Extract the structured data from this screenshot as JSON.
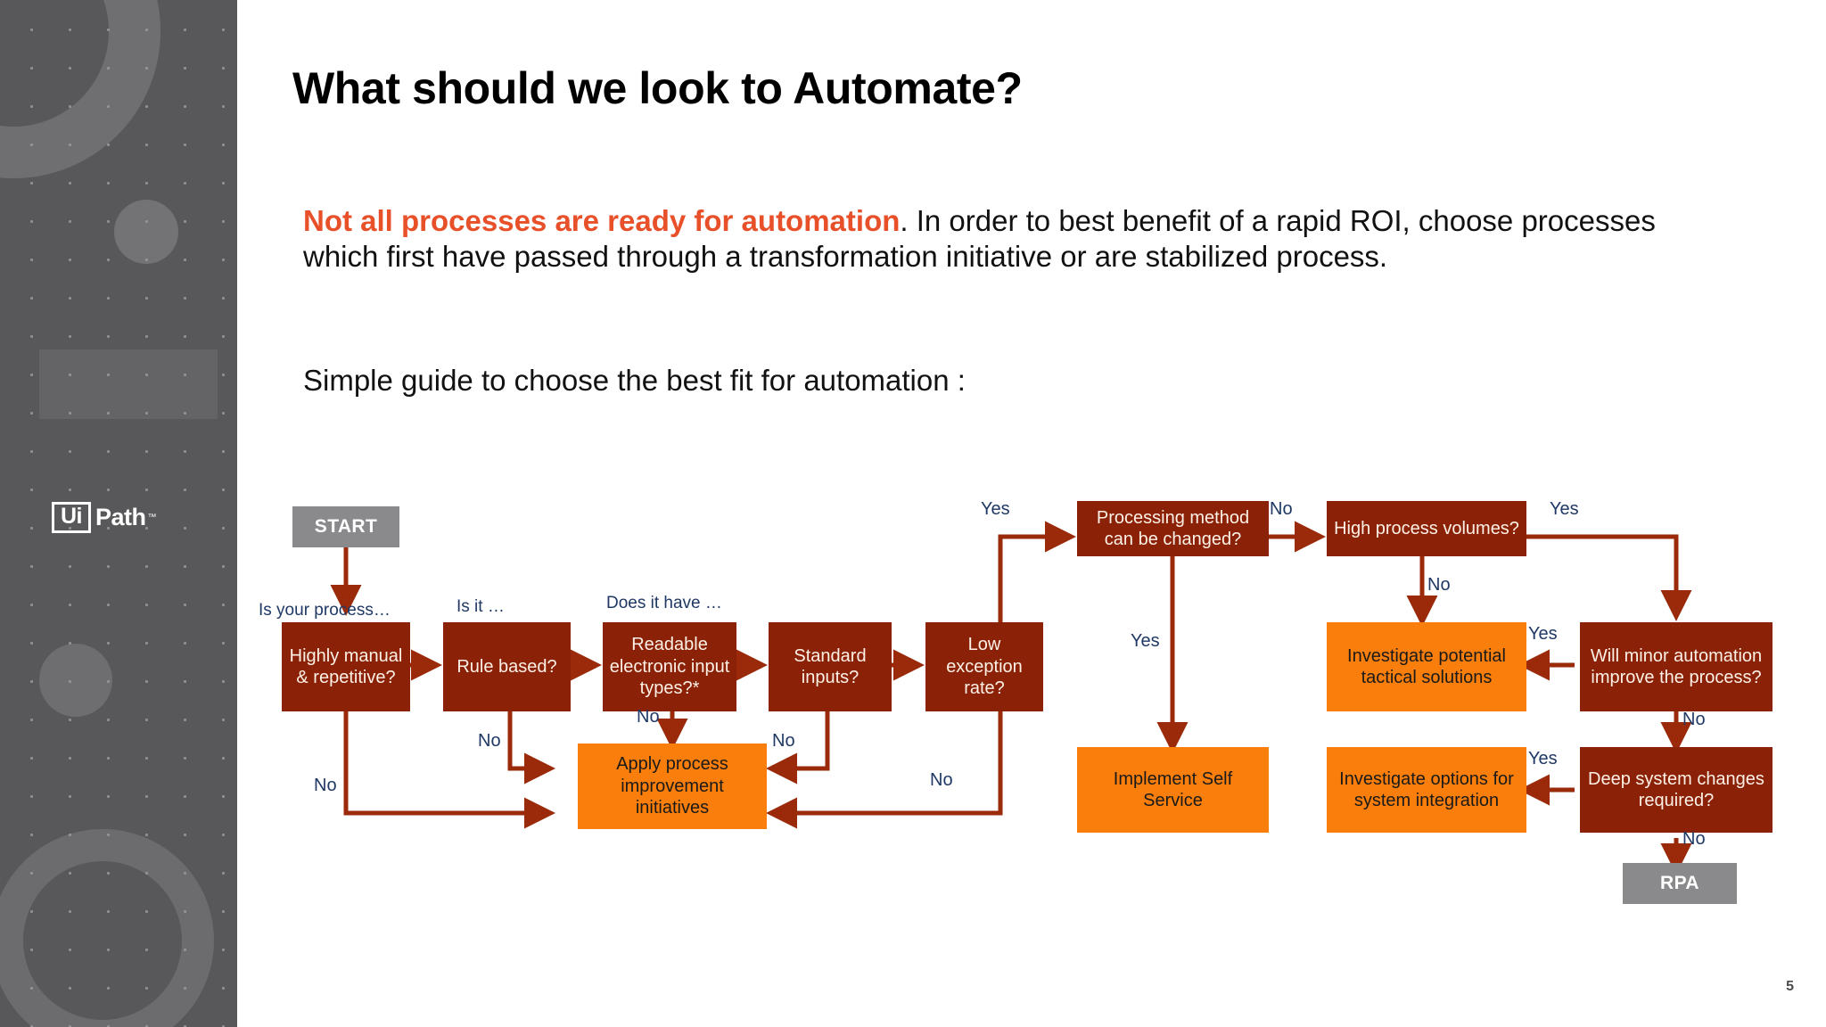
{
  "slide": {
    "title": "What should we look to Automate?",
    "paragraph_highlight": "Not all processes are ready for automation",
    "paragraph_rest": ". In order to best benefit of a rapid ROI, choose processes which first have passed through a transformation initiative or are stabilized process.",
    "subline": "Simple guide to choose the best fit for automation :",
    "page_number": "5"
  },
  "brand": {
    "logo_ui": "Ui",
    "logo_path": "Path",
    "logo_tm": "™"
  },
  "colors": {
    "sidebar": "#58585a",
    "accent_orange_text": "#e8502a",
    "node_red": "#8b2208",
    "node_orange": "#f97e0b",
    "node_grey": "#8a8a8d",
    "connector": "#9a2a0a",
    "label_navy": "#1f3864"
  },
  "flowchart": {
    "nodes": {
      "start": "START",
      "highly_manual": "Highly manual & repetitive?",
      "rule_based": "Rule based?",
      "readable_inputs": "Readable electronic input types?*",
      "standard_inputs": "Standard inputs?",
      "low_exception": "Low exception rate?",
      "apply_process": "Apply process improvement initiatives",
      "processing_method": "Processing method can be changed?",
      "high_volumes": "High process volumes?",
      "will_minor": "Will minor automation improve the process?",
      "investigate_tactical": "Investigate potential tactical solutions",
      "implement_self_service": "Implement Self Service",
      "investigate_options": "Investigate options for system integration",
      "deep_system": "Deep system changes required?",
      "rpa": "RPA"
    },
    "captions": {
      "is_your_process": "Is your process…",
      "is_it": "Is it …",
      "does_it_have": "Does it have …"
    },
    "edge_labels": {
      "no_readable": "No",
      "no_rule": "No",
      "no_highly": "No",
      "no_standard": "No",
      "no_low_exception": "No",
      "yes_to_processing": "Yes",
      "no_processing_to_volumes": "No",
      "yes_processing_down": "Yes",
      "no_volumes_down": "No",
      "yes_volumes_right": "Yes",
      "yes_minor_left": "Yes",
      "no_minor_down": "No",
      "yes_deep_left": "Yes",
      "no_deep_down": "No"
    }
  }
}
